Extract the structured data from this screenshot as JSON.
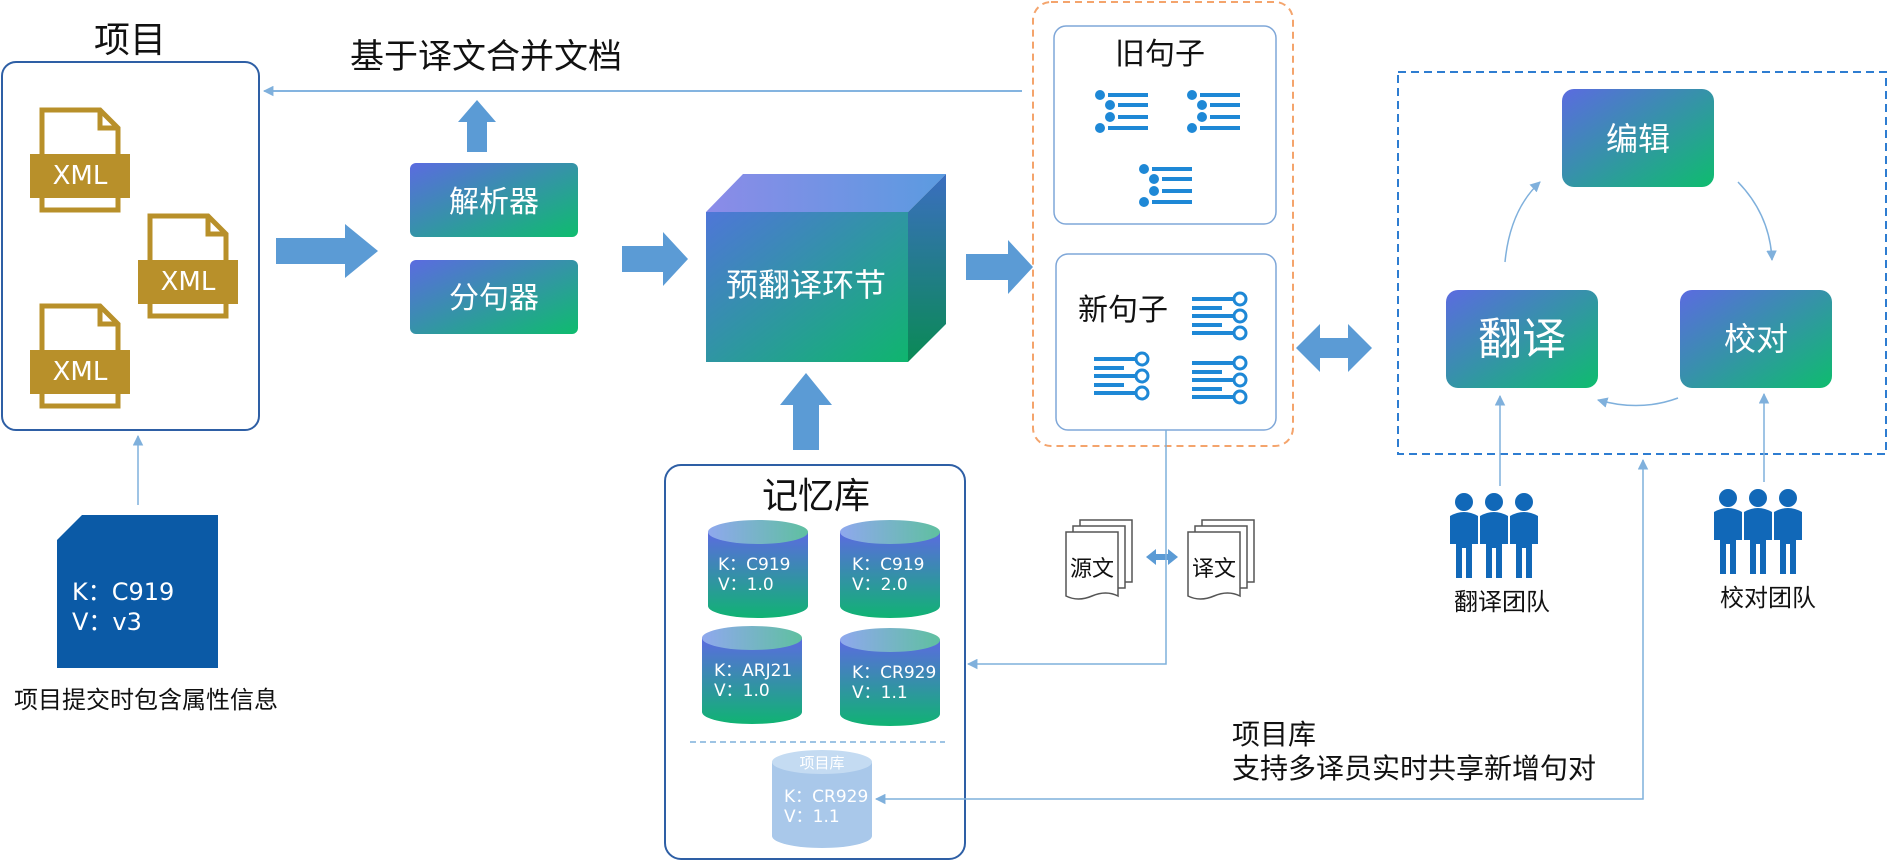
{
  "project": {
    "title": "项目",
    "file_label": "XML"
  },
  "merge_label": "基于译文合并文档",
  "tools": {
    "parser": "解析器",
    "splitter": "分句器"
  },
  "pretranslate_label": "预翻译环节",
  "old_sentences": {
    "title": "旧句子"
  },
  "new_sentences": {
    "title": "新句子"
  },
  "workflow": {
    "edit": "编辑",
    "translate": "翻译",
    "proofread": "校对"
  },
  "teams": {
    "translate": "翻译团队",
    "proofread": "校对团队"
  },
  "attr_card": {
    "k_line": "K：C919",
    "v_line": "V：v3",
    "caption": "项目提交时包含属性信息"
  },
  "memory": {
    "title": "记忆库",
    "dbs": [
      {
        "k": "K：C919",
        "v": "V：1.0"
      },
      {
        "k": "K：C919",
        "v": "V：2.0"
      },
      {
        "k": "K：ARJ21",
        "v": "V：1.0"
      },
      {
        "k": "K：CR929",
        "v": "V：1.1"
      }
    ],
    "project_db": {
      "title": "项目库",
      "k": "K：CR929",
      "v": "V：1.1"
    }
  },
  "docs": {
    "source": "源文",
    "target": "译文"
  },
  "project_library_note": {
    "line1": "项目库",
    "line2": "支持多译员实时共享新增句对"
  },
  "colors": {
    "frame_blue": "#2e5fa5",
    "arrow_blue": "#5b9bd5",
    "thin_arrow": "#7fb0dc",
    "gradient_start": "#5b6be0",
    "gradient_end": "#0ebc6e",
    "gold": "#b8902a",
    "dark_blue_card": "#0b5aa6",
    "orange_dash": "#f4a46c",
    "icon_blue": "#1e88d6",
    "team_blue": "#1168b8"
  }
}
